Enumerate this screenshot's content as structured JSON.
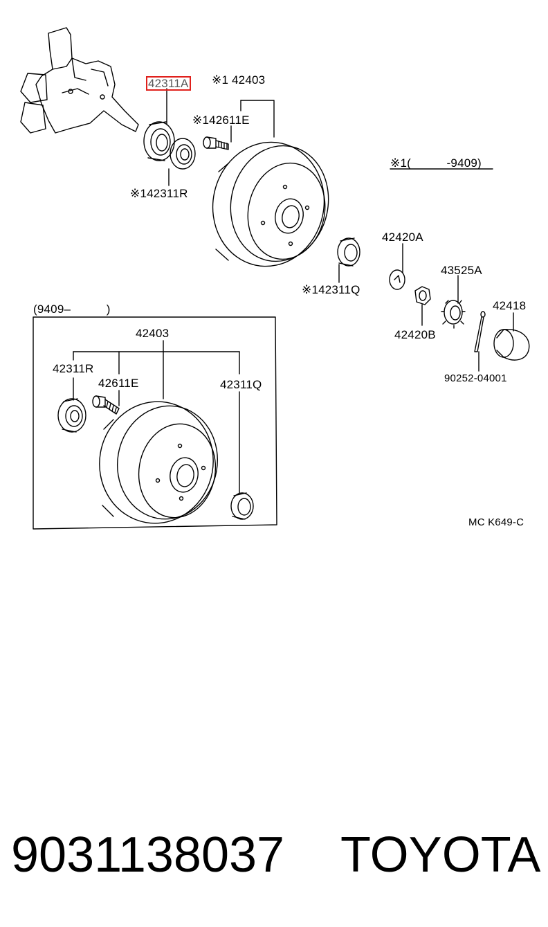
{
  "callouts": {
    "selected": "42311A",
    "top_drum": "※1 42403",
    "top_bolt": "※142611E",
    "top_inner_bearing": "※142311R",
    "top_outer_bearing": "※142311Q",
    "note": "※1(　　　-9409)",
    "lock_cap": "42420A",
    "nut": "42420B",
    "nut_lock": "43525A",
    "grease_cap": "42418",
    "cotter_pin": "90252-04001",
    "inset_range": "(9409–　　　)",
    "inset_drum": "42403",
    "inset_inner_bearing": "42311R",
    "inset_bolt": "42611E",
    "inset_outer_bearing": "42311Q",
    "ref_code": "MC K649-C"
  },
  "footer": {
    "part_number": "9031138037",
    "brand": "TOYOTA"
  },
  "colors": {
    "highlight": "#e0201c",
    "line": "#000000"
  }
}
